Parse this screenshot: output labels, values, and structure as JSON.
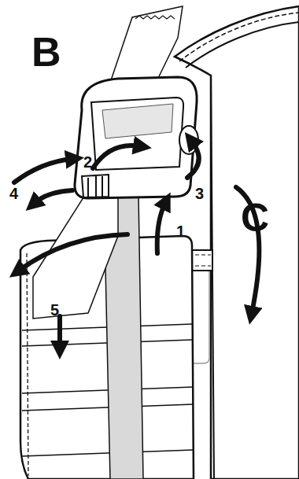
{
  "diagram": {
    "labels": [
      "B",
      "2",
      "4",
      "3",
      "C",
      "1",
      "5"
    ]
  }
}
